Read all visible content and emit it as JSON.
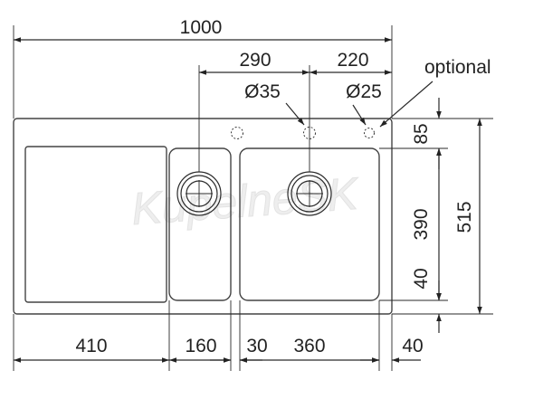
{
  "dimensions": {
    "overall_width": "1000",
    "top_290": "290",
    "top_220": "220",
    "hole_35": "Ø35",
    "hole_25": "Ø25",
    "optional": "optional",
    "right_85": "85",
    "right_390": "390",
    "right_40": "40",
    "right_515": "515",
    "bottom_410": "410",
    "bottom_160": "160",
    "bottom_30": "30",
    "bottom_360": "360",
    "bottom_40": "40"
  },
  "watermark": "KupelneSK"
}
